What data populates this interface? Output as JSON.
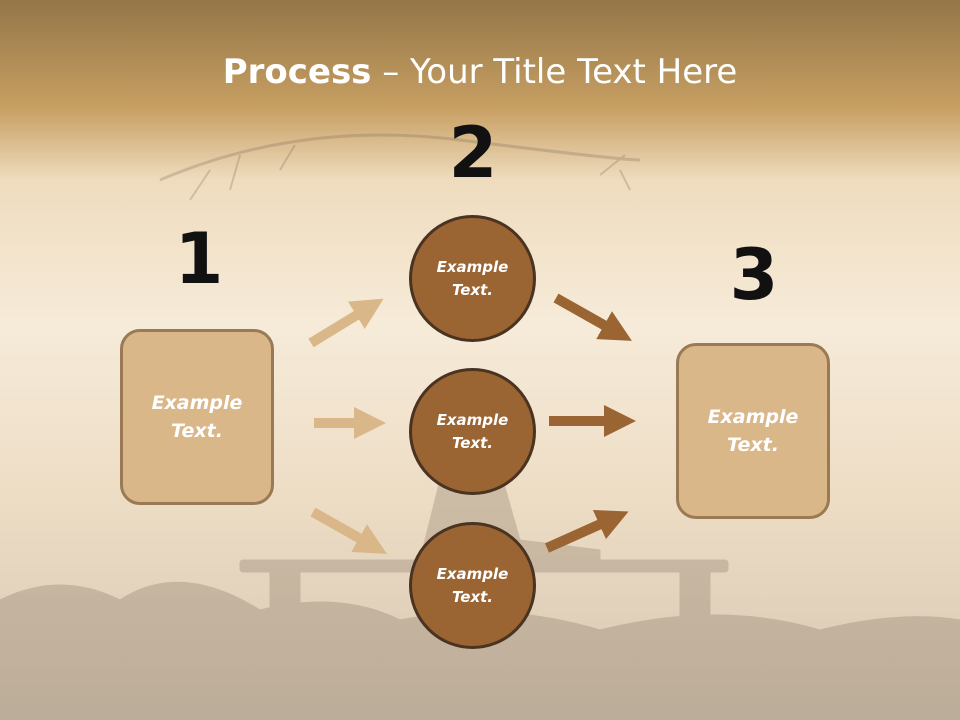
{
  "slide": {
    "title_bold": "Process",
    "title_rest": " – Your Title Text Here"
  },
  "numbers": [
    "1",
    "2",
    "3"
  ],
  "boxes": {
    "left": "Example Text.",
    "right": "Example Text."
  },
  "circles": [
    "Example Text.",
    "Example Text.",
    "Example Text."
  ],
  "colors": {
    "box_fill": "#d9b789",
    "box_border": "#9a7a55",
    "circle_fill": "#9a6433",
    "circle_border": "#4a3320",
    "arrow_light": "#d9b789",
    "arrow_dark": "#9a6433"
  }
}
